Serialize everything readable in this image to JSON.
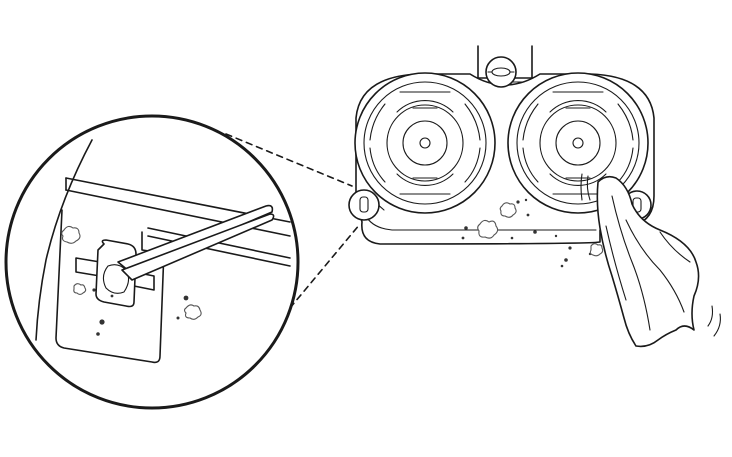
{
  "illustration": {
    "subject": "mop-base-underside-cleaning",
    "icons": [
      "magnifier-circle",
      "callout-circle",
      "tweezers-icon",
      "cloth-icon",
      "debris-icon",
      "mop-pad-icon"
    ],
    "colors": {
      "line": "#1a1a1a",
      "background": "#ffffff",
      "debris": "#555555"
    }
  }
}
